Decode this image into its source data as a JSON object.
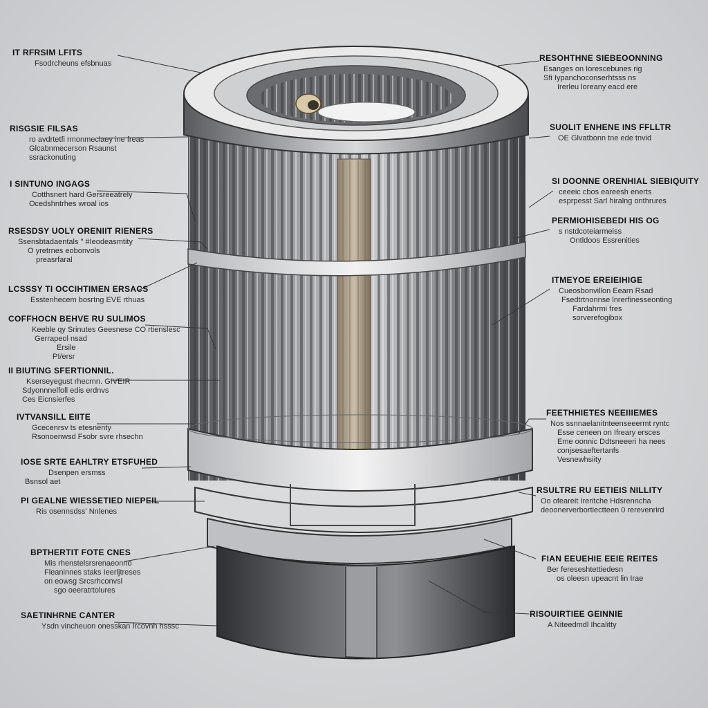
{
  "labels": {
    "left": [
      {
        "title": "IT RFRSIM LFITS",
        "lines": [
          "Fsodrcheuns efsbnuas"
        ]
      },
      {
        "title": "RISGSIE FILSAS",
        "lines": [
          "ro avdrtetfi rmonmeclaey ine freas",
          "Glcabnmecerson Rsaunst",
          "ssrackonuting"
        ]
      },
      {
        "title": "I SINTUNO INGAGS",
        "lines": [
          "Cotthsnert hard Gersreeatrely",
          "Ocedshntrhes wroal ios"
        ]
      },
      {
        "title": "RSESDSY UOLY ORENIIT RIENERS",
        "lines": [
          "Ssensbtadaentals \" #Ieodeasmtity",
          "O yretrnes eobonvols",
          "preasrfaral"
        ]
      },
      {
        "title": "LCSSSY TI OCCIHTIMEN ERSACS",
        "lines": [
          "Esstenhecem bosrtng EVE rthuas"
        ]
      },
      {
        "title": "COFFHOCN BEHVE RU SULIMOS",
        "lines": [
          "Keeble qy Srinutes Geesnese CO rtienslesc",
          "Gerrapeol nsad",
          "Ersile",
          "PI/ersr"
        ]
      },
      {
        "title": "II BIUTING SFERTIONNIL.",
        "lines": [
          "Kserseyegust rhecrnn. GIVEIR",
          "Sdyonnnelfoll edis erdnvs",
          "Ces Eicnsierfes"
        ]
      },
      {
        "title": "IVTVANSILL EIITE",
        "lines": [
          "Gcecenrsv ts etesnenty",
          "Rsonoenwsd Fsobr svre rhsechn"
        ]
      },
      {
        "title": "IOSE SRTE EAHLTRY ETSFUHED",
        "lines": [
          "Dsenpen ersmss",
          "Bsnsol aet"
        ]
      },
      {
        "title": "PI GEALNE WIESSETIED NIEPEIL",
        "lines": [
          "Ris osennsdss' Nnlenes"
        ]
      },
      {
        "title": "BPTHERTIT FOTE CNES",
        "lines": [
          "Mis rhenstelsrsrenaeonno",
          "Fleaninnes staks Ieerljtreses",
          "on eowsg Srcsrhconvsl",
          "sgo oeeratrtolures"
        ]
      },
      {
        "title": "SAETINHRNE CANTER",
        "lines": [
          "Ysdn vincheuon onesskan Ircovnh hsssc"
        ]
      }
    ],
    "right": [
      {
        "title": "RESOHTHNE SIEBEOONNING",
        "lines": [
          "Esanges on Iorescebunes rig",
          "Sfi Iypanchoconserhtsss ns",
          "Irerleu loreany eacd ere"
        ]
      },
      {
        "title": "SUOLIT ENHENE INS FFLLTR",
        "lines": [
          "OE Glvatbonn tne ede tnvid"
        ]
      },
      {
        "title": "SI DOONNE ORENHIAL SIEBIQUITY",
        "lines": [
          "ceeeic cbos eareesh enerts",
          "esprpesst Sarl hiralng onthrures"
        ]
      },
      {
        "title": "PERMIOHISEBEDI HIS OG",
        "lines": [
          "s nstdcoteiarmeiss",
          "Ontldoos Essrenities"
        ]
      },
      {
        "title": "ITMEYOE EREIEIHIGE",
        "lines": [
          "Cueosbonvillon Eearn Rsad",
          "Fsedtrtnonnse lnrerfinesseonting",
          "Fardahrmi fres",
          "sorverefogibox"
        ]
      },
      {
        "title": "FEETHHIETES NEEIIIEMES",
        "lines": [
          "Nos ssnnaelanitnteenseeermt ryntc",
          "Esse ceneen on Ifreary ersces",
          "Eme oonnic Ddtsneeeri ha nees",
          "conjsesaeftertanfs",
          "Vesnewhsiity"
        ]
      },
      {
        "title": "RSULTRE RU EETIEIS NILLITY",
        "lines": [
          "Oo ofeareit Ireritche Hdsrenncha",
          "deoonerverbortiectteen 0 rerevenrird"
        ]
      },
      {
        "title": "FIAN EEUEHIE EEIE REITES",
        "lines": [
          "Ber fereseshtettiedesn",
          "os oleesn upeacnt lin Irae"
        ]
      },
      {
        "title": "RISOUIRTIEE GEINNIE",
        "lines": [
          "A Niteedmdl Ihcalitty"
        ]
      }
    ]
  }
}
